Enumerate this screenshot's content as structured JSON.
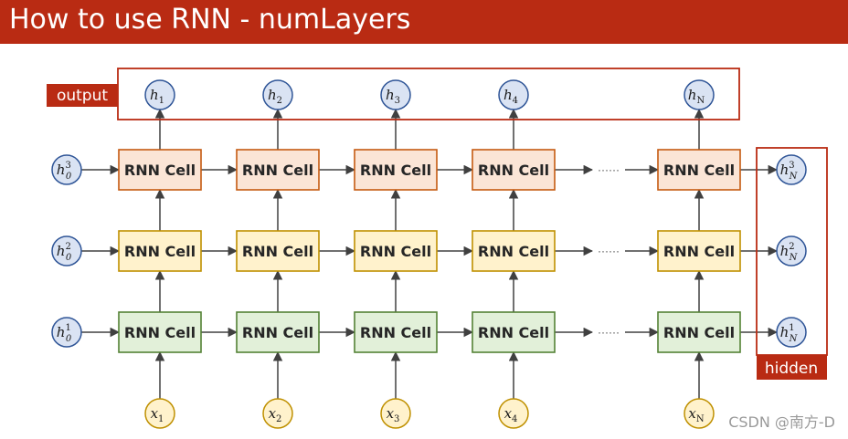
{
  "header": {
    "title": "How to use RNN - numLayers"
  },
  "labels": {
    "output": "output",
    "hidden": "hidden"
  },
  "cell_label": "RNN Cell",
  "ellipsis": "······",
  "outputs": [
    {
      "base": "h",
      "sub": "1",
      "sup": ""
    },
    {
      "base": "h",
      "sub": "2",
      "sup": ""
    },
    {
      "base": "h",
      "sub": "3",
      "sup": ""
    },
    {
      "base": "h",
      "sub": "4",
      "sup": ""
    },
    {
      "base": "h",
      "sub": "N",
      "sup": ""
    }
  ],
  "inputs": [
    {
      "base": "x",
      "sub": "1",
      "sup": ""
    },
    {
      "base": "x",
      "sub": "2",
      "sup": ""
    },
    {
      "base": "x",
      "sub": "3",
      "sup": ""
    },
    {
      "base": "x",
      "sub": "4",
      "sup": ""
    },
    {
      "base": "x",
      "sub": "N",
      "sup": ""
    }
  ],
  "initial_hidden": [
    {
      "base": "h",
      "sub": "0",
      "sup": "3"
    },
    {
      "base": "h",
      "sub": "0",
      "sup": "2"
    },
    {
      "base": "h",
      "sub": "0",
      "sup": "1"
    }
  ],
  "final_hidden": [
    {
      "base": "h",
      "sub": "N",
      "sup": "3"
    },
    {
      "base": "h",
      "sub": "N",
      "sup": "2"
    },
    {
      "base": "h",
      "sub": "N",
      "sup": "1"
    }
  ],
  "layers": [
    {
      "fill": "#fbe5d6",
      "stroke": "#c55a11"
    },
    {
      "fill": "#fff2cc",
      "stroke": "#bf9000"
    },
    {
      "fill": "#e2f0d9",
      "stroke": "#548235"
    }
  ],
  "colors": {
    "header": "#b92b13",
    "output_circle_fill": "#dae3f3",
    "output_circle_stroke": "#2f5597",
    "input_circle_fill": "#fff2cc",
    "input_circle_stroke": "#bf9000",
    "frame": "#b92b13"
  },
  "watermark": "CSDN @南方-D"
}
